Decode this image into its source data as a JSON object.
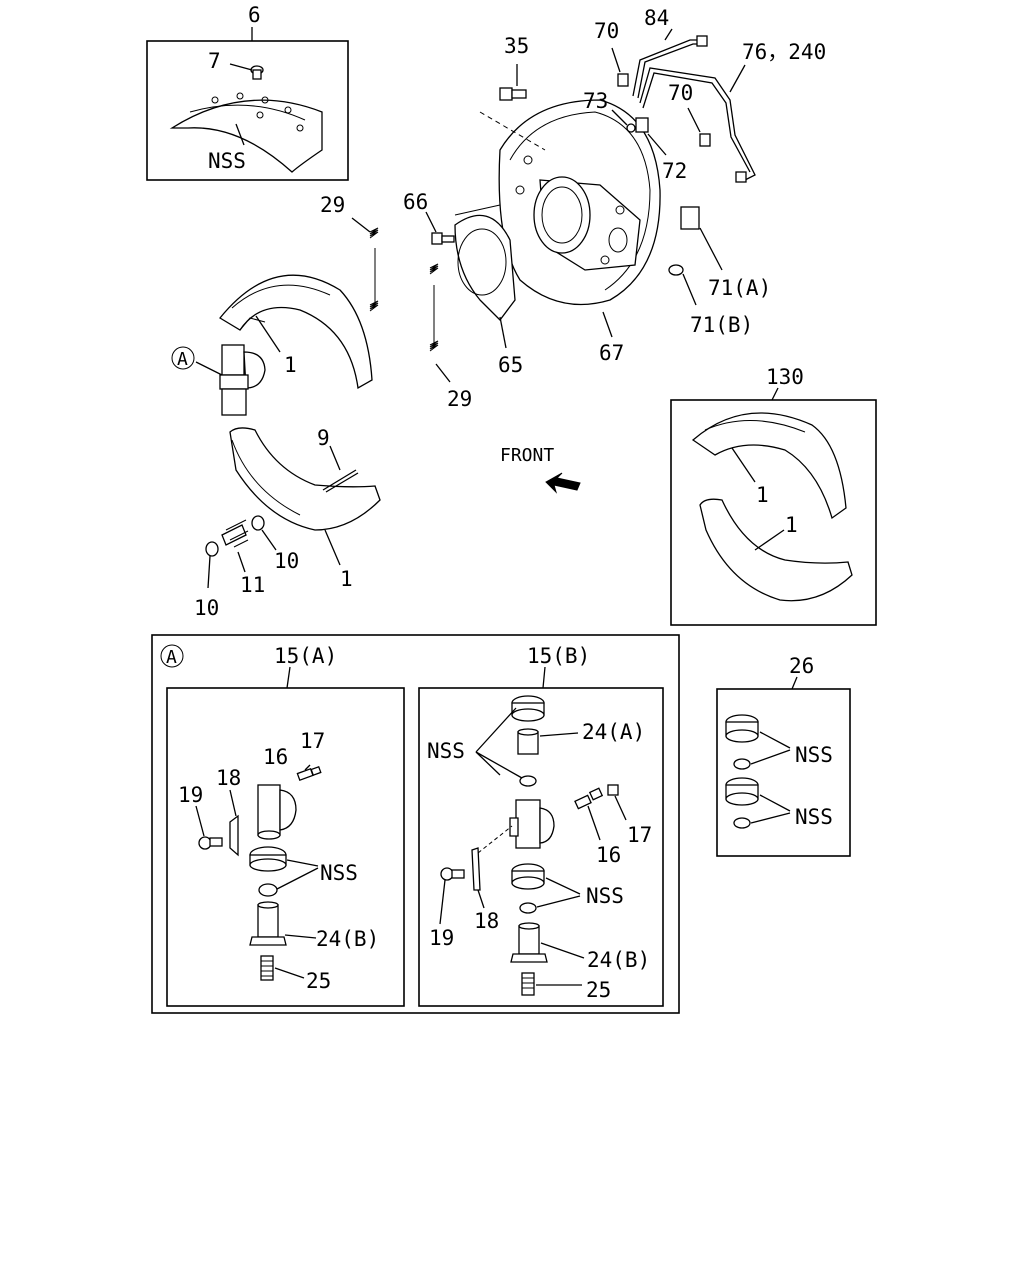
{
  "labels": {
    "l6": "6",
    "l7": "7",
    "nss_lining": "NSS",
    "l35": "35",
    "l70a": "70",
    "l84": "84",
    "l76_240": "76，240",
    "l73": "73",
    "l70b": "70",
    "l72": "72",
    "l66": "66",
    "l29a": "29",
    "l71a": "71(A)",
    "l71b": "71(B)",
    "circle_a": "A",
    "l1a": "1",
    "l65": "65",
    "l67": "67",
    "l29b": "29",
    "l130": "130",
    "l9": "9",
    "front": "FRONT",
    "l1_kit_a": "1",
    "l1_kit_b": "1",
    "l10a": "10",
    "l11": "11",
    "l1b": "1",
    "l10b": "10",
    "detail_a": "A",
    "l15a": "15(A)",
    "l15b": "15(B)",
    "l26": "26",
    "a_17": "17",
    "a_16": "16",
    "a_18": "18",
    "a_19": "19",
    "a_nss": "NSS",
    "a_24b": "24(B)",
    "a_25": "25",
    "b_nss1": "NSS",
    "b_24a": "24(A)",
    "b_17": "17",
    "b_16": "16",
    "b_nss2": "NSS",
    "b_19": "19",
    "b_18": "18",
    "b_24b": "24(B)",
    "b_25": "25",
    "k_nss1": "NSS",
    "k_nss2": "NSS"
  }
}
